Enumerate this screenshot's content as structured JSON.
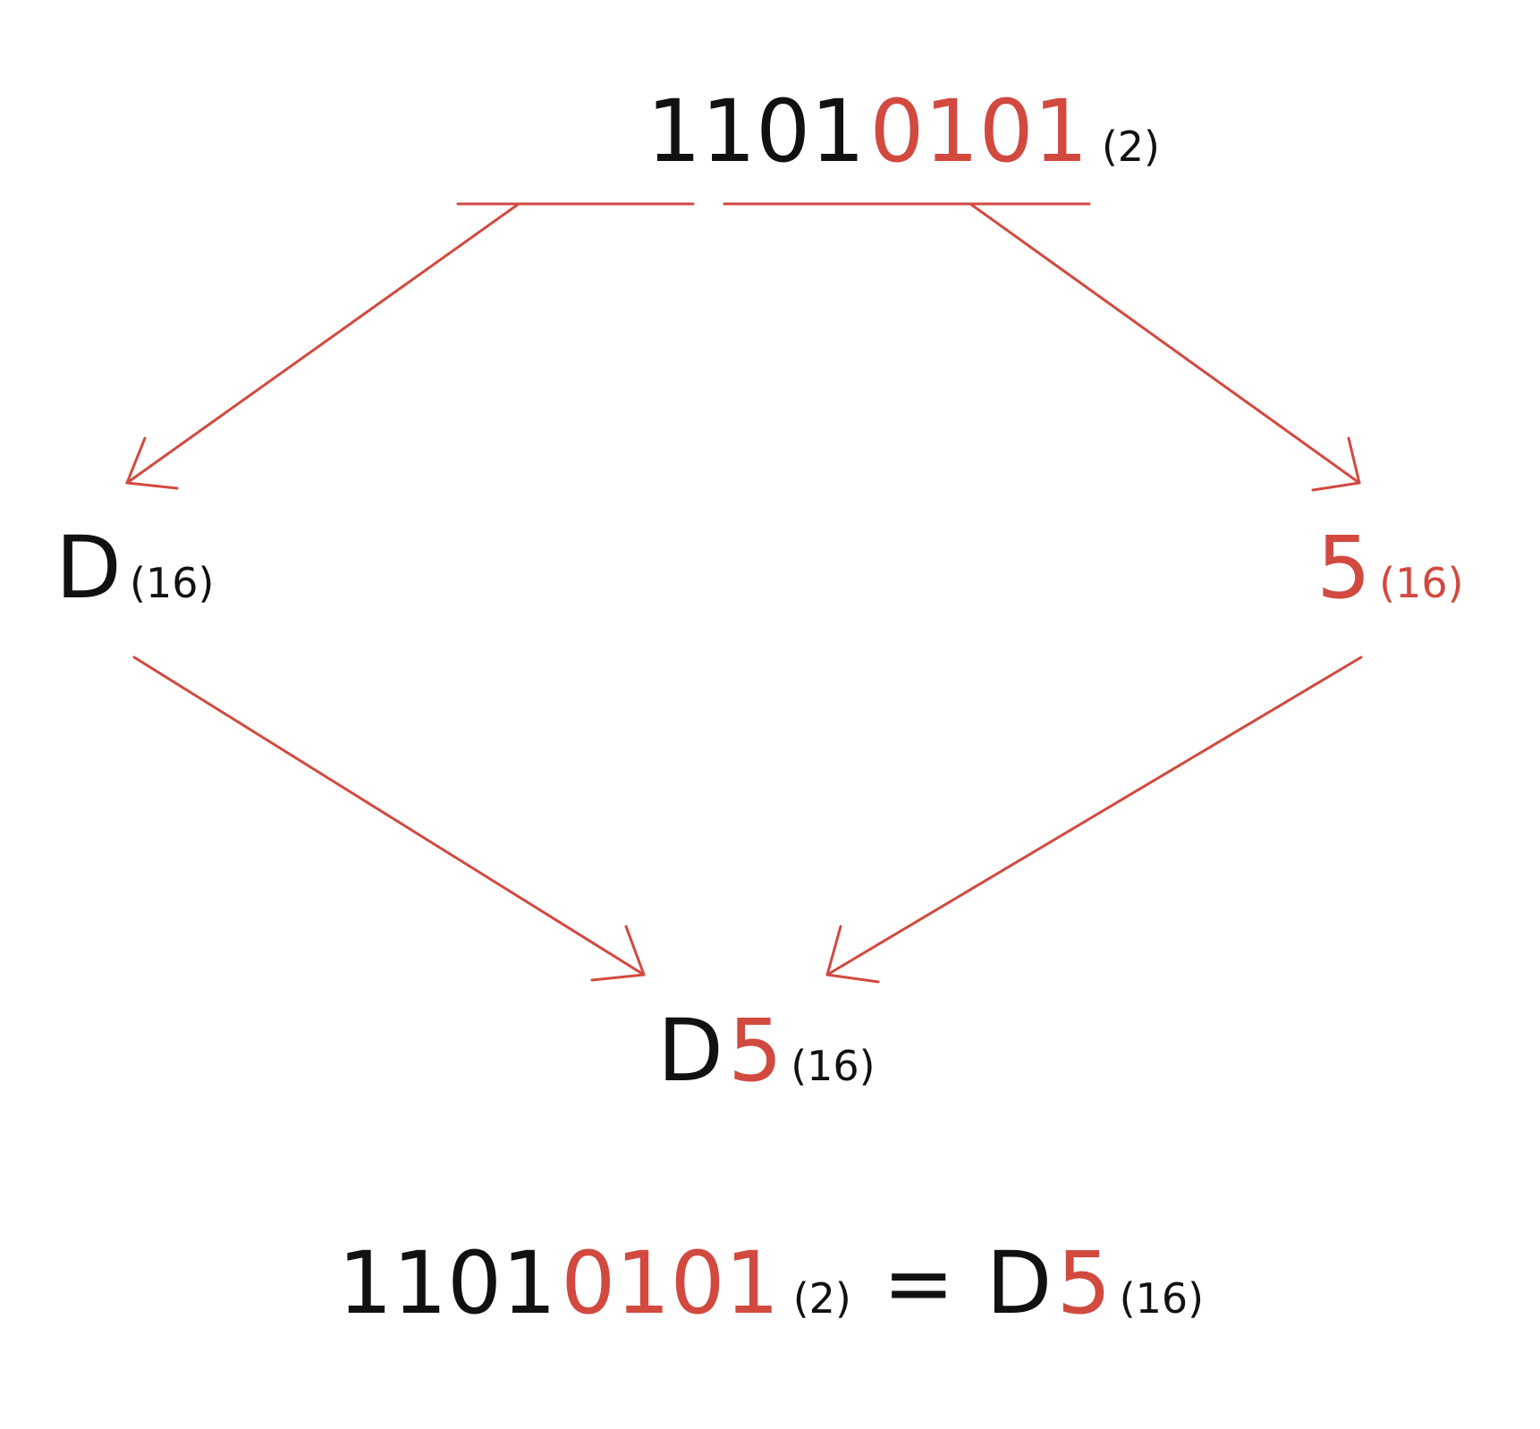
{
  "colors": {
    "accent": "#d2493f",
    "text": "#111111",
    "background": "#ffffff"
  },
  "top": {
    "high_nibble": "1101",
    "low_nibble": "0101",
    "base": "(2)"
  },
  "left_node": {
    "digit": "D",
    "base": "(16)"
  },
  "right_node": {
    "digit": "5",
    "base": "(16)"
  },
  "merged_node": {
    "high_digit": "D",
    "low_digit": "5",
    "base": "(16)"
  },
  "equation": {
    "high_nibble": "1101",
    "low_nibble": "0101",
    "left_base": "(2)",
    "equals": "=",
    "high_digit": "D",
    "low_digit": "5",
    "right_base": "(16)"
  }
}
